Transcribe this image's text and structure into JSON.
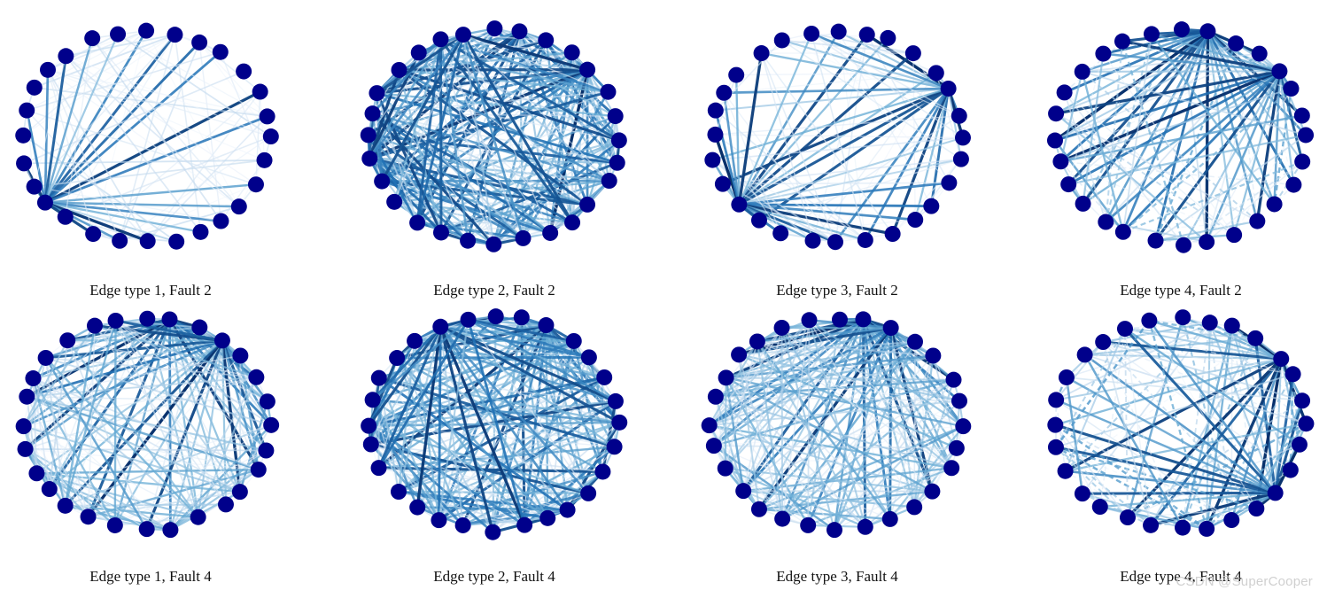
{
  "panels": [
    {
      "caption": "Edge type 1, Fault 2",
      "hubs": [
        18
      ],
      "style": "sparse"
    },
    {
      "caption": "Edge type 2, Fault 2",
      "hubs": [
        20,
        4
      ],
      "style": "dense"
    },
    {
      "caption": "Edge type 3, Fault 2",
      "hubs": [
        18,
        5
      ],
      "style": "sparse"
    },
    {
      "caption": "Edge type 4, Fault 2",
      "hubs": [
        4,
        1
      ],
      "style": "fan"
    },
    {
      "caption": "Edge type 1, Fault 4",
      "hubs": [
        1,
        3
      ],
      "style": "medium"
    },
    {
      "caption": "Edge type 2, Fault 4",
      "hubs": [
        2,
        26
      ],
      "style": "dense"
    },
    {
      "caption": "Edge type 3, Fault 4",
      "hubs": [
        1,
        2
      ],
      "style": "medium"
    },
    {
      "caption": "Edge type 4, Fault 4",
      "hubs": [
        4,
        10
      ],
      "style": "fan"
    }
  ],
  "node_color": "#00008b",
  "edge_colormap": [
    "#f2f7fd",
    "#c6dbef",
    "#6baed6",
    "#2171b5",
    "#08306b"
  ],
  "watermark": "CSDN @SuperCooper"
}
